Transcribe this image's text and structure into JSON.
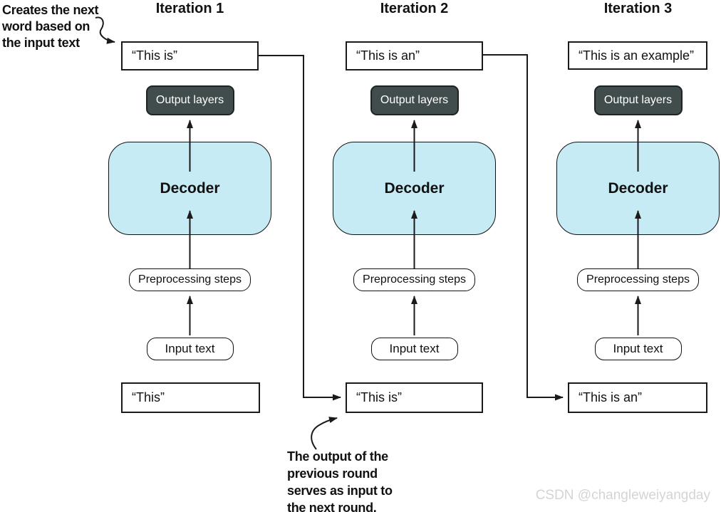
{
  "annotations": {
    "top_left_lines": [
      "Creates the next",
      "word based on",
      "the input text"
    ],
    "bottom_lines": [
      "The output of the",
      "previous round",
      "serves as input to",
      "the next round."
    ]
  },
  "watermark": "CSDN @changleweiyangday",
  "columns": [
    {
      "title": "Iteration 1",
      "output_text": "“This is”",
      "output_layers_label": "Output layers",
      "decoder_label": "Decoder",
      "preprocessing_label": "Preprocessing steps",
      "input_label": "Input text",
      "bottom_text": "“This”"
    },
    {
      "title": "Iteration 2",
      "output_text": "“This is an”",
      "output_layers_label": "Output layers",
      "decoder_label": "Decoder",
      "preprocessing_label": "Preprocessing steps",
      "input_label": "Input text",
      "bottom_text": "“This is”"
    },
    {
      "title": "Iteration 3",
      "output_text": "“This is an example”",
      "output_layers_label": "Output layers",
      "decoder_label": "Decoder",
      "preprocessing_label": "Preprocessing steps",
      "input_label": "Input text",
      "bottom_text": "“This is an”"
    }
  ],
  "colors": {
    "border": "#1a1a1a",
    "decoder_fill": "#c6ebf4",
    "output_layers_fill": "#414d4d",
    "output_layers_border": "#1c2424",
    "watermark": "#d4d4d4"
  }
}
